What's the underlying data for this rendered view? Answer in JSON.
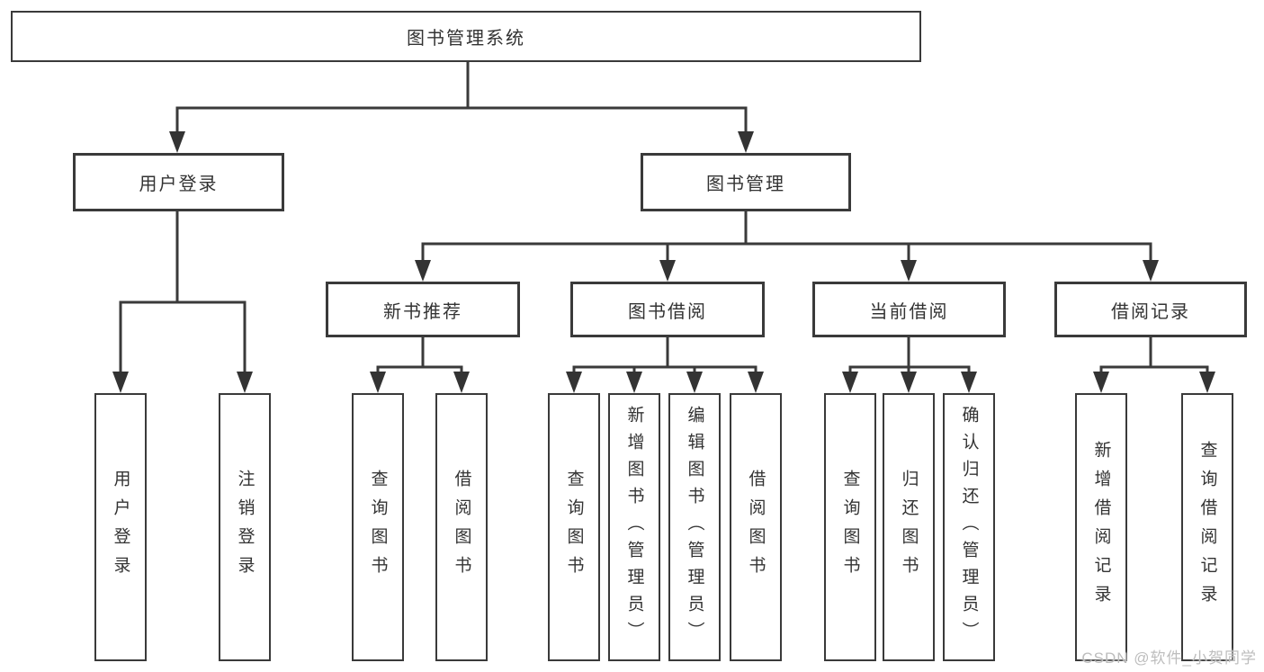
{
  "nodes": {
    "root": {
      "label": "图书管理系统"
    },
    "level1": [
      {
        "label": "用户登录"
      },
      {
        "label": "图书管理"
      }
    ],
    "level2": [
      {
        "label": "新书推荐",
        "parent": "图书管理"
      },
      {
        "label": "图书借阅",
        "parent": "图书管理"
      },
      {
        "label": "当前借阅",
        "parent": "图书管理"
      },
      {
        "label": "借阅记录",
        "parent": "图书管理"
      }
    ],
    "leaves": [
      {
        "label": "用户登录",
        "parent": "用户登录"
      },
      {
        "label": "注销登录",
        "parent": "用户登录"
      },
      {
        "label": "查询图书",
        "parent": "新书推荐"
      },
      {
        "label": "借阅图书",
        "parent": "新书推荐"
      },
      {
        "label": "查询图书",
        "parent": "图书借阅"
      },
      {
        "label": "新增图书（管理员）",
        "parent": "图书借阅"
      },
      {
        "label": "编辑图书（管理员）",
        "parent": "图书借阅"
      },
      {
        "label": "借阅图书",
        "parent": "图书借阅"
      },
      {
        "label": "查询图书",
        "parent": "当前借阅"
      },
      {
        "label": "归还图书",
        "parent": "当前借阅"
      },
      {
        "label": "确认归还（管理员）",
        "parent": "当前借阅"
      },
      {
        "label": "新增借阅记录",
        "parent": "借阅记录"
      },
      {
        "label": "查询借阅记录",
        "parent": "借阅记录"
      }
    ]
  },
  "watermark": {
    "text": "CSDN @软件_小贺同学"
  },
  "colors": {
    "line": "#3a3a3a",
    "border": "#3a3a3a",
    "text": "#333333",
    "watermark": "#bdbdbd",
    "background": "#ffffff"
  }
}
